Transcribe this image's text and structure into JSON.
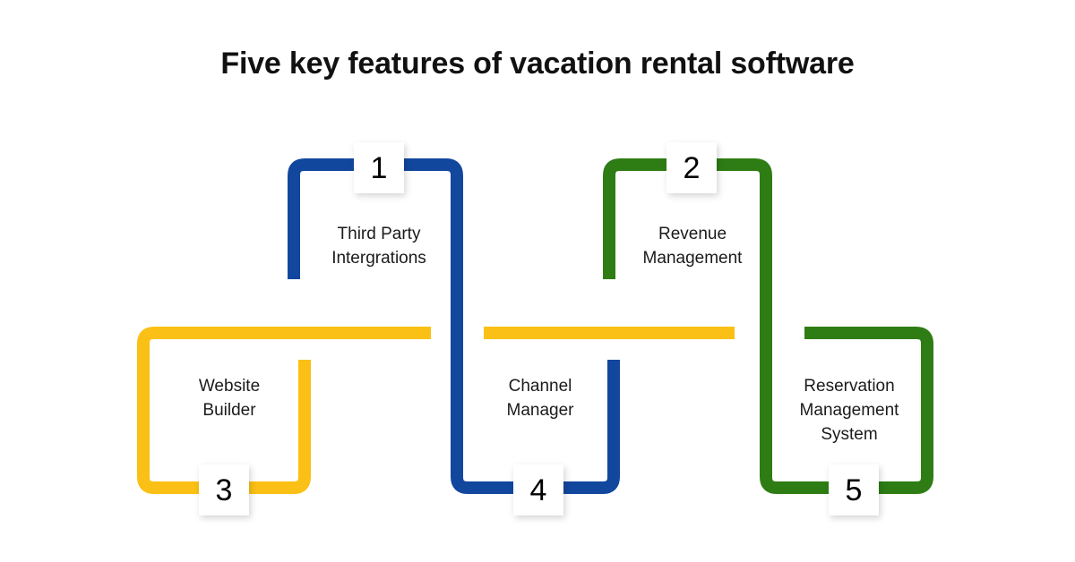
{
  "title": "Five key features of vacation rental software",
  "colors": {
    "blue": "#12479E",
    "green": "#2E7D14",
    "yellow": "#FBC015",
    "background": "#FFFFFF",
    "text": "#1B1B1B",
    "title_text": "#111111"
  },
  "nodes": [
    {
      "number": "1",
      "label": "Third Party\nIntergrations",
      "color_name": "blue"
    },
    {
      "number": "2",
      "label": "Revenue\nManagement",
      "color_name": "green"
    },
    {
      "number": "3",
      "label": "Website\nBuilder",
      "color_name": "yellow"
    },
    {
      "number": "4",
      "label": "Channel\nManager",
      "color_name": "blue"
    },
    {
      "number": "5",
      "label": "Reservation\nManagement\nSystem",
      "color_name": "green"
    }
  ]
}
